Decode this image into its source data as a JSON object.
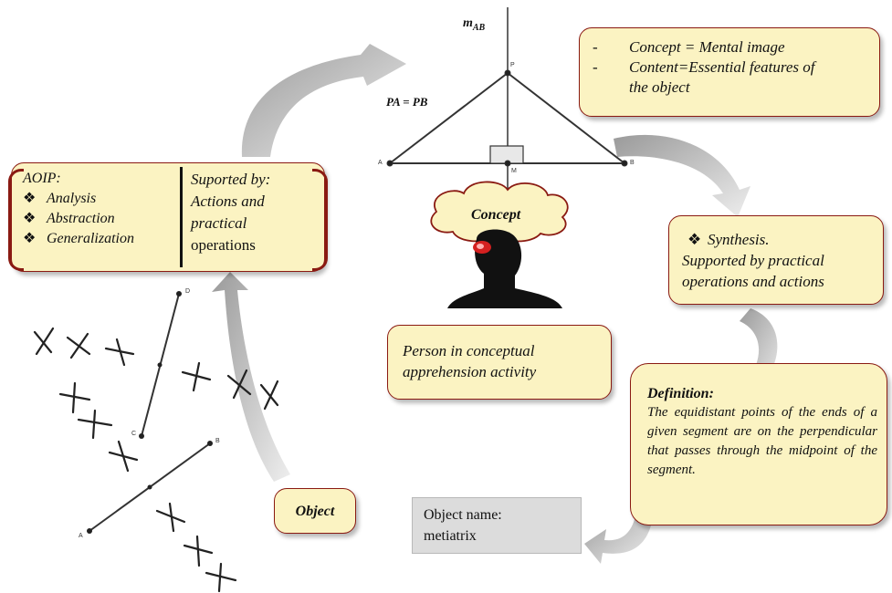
{
  "aoip": {
    "title": "AOIP:",
    "items": [
      "Analysis",
      "Abstraction",
      "Generalization"
    ],
    "bullet": "❖",
    "support_line1": "Suported by:",
    "support_line2": "Actions and",
    "support_line3": "practical",
    "support_line4": "operations"
  },
  "concept_box": {
    "dash": "-",
    "line1": "Concept = Mental image",
    "line2": "Content=Essential features of",
    "line3": "the object"
  },
  "geometry": {
    "line_label": "m",
    "line_label_sub": "AB",
    "equal_label": "PA = PB",
    "points": {
      "p": "P",
      "a": "A",
      "b": "B",
      "m": "M"
    }
  },
  "concept_label": "Concept",
  "synthesis": {
    "bullet": "❖",
    "line1": "Synthesis.",
    "line2": "Supported by practical",
    "line3": "operations and actions"
  },
  "person_box": {
    "line1": "Person in conceptual",
    "line2": "apprehension activity"
  },
  "definition": {
    "title": "Definition:",
    "text": "The equidistant points of the ends of a given segment are on the perpendicular that passes through the midpoint of the segment."
  },
  "object_label": "Object",
  "object_name": {
    "line1": "Object name:",
    "line2": "metiatrix"
  },
  "segments": {
    "cd": {
      "c": "C",
      "d": "D"
    },
    "ab": {
      "a": "A",
      "b": "B"
    }
  },
  "colors": {
    "box_fill": "#fbf3c2",
    "box_border": "#8a1a12",
    "arrow": "#c8c8c8",
    "name_box": "#dcdcdc"
  }
}
